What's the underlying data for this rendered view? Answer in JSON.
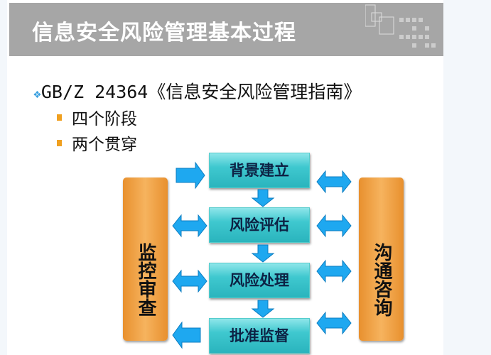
{
  "title": "信息安全风险管理基本过程",
  "bullet": {
    "marker": "❖",
    "text": "GB/Z 24364《信息安全风险管理指南》"
  },
  "subbullets": [
    "四个阶段",
    "两个贯穿"
  ],
  "diagram": {
    "stages": [
      "背景建立",
      "风险评估",
      "风险处理",
      "批准监督"
    ],
    "left_bar": "监控审查",
    "right_bar": "沟通咨询",
    "colors": {
      "stage": "#3fc8cf",
      "bar": "#f0a040",
      "arrow": "#1ea8f0"
    }
  }
}
